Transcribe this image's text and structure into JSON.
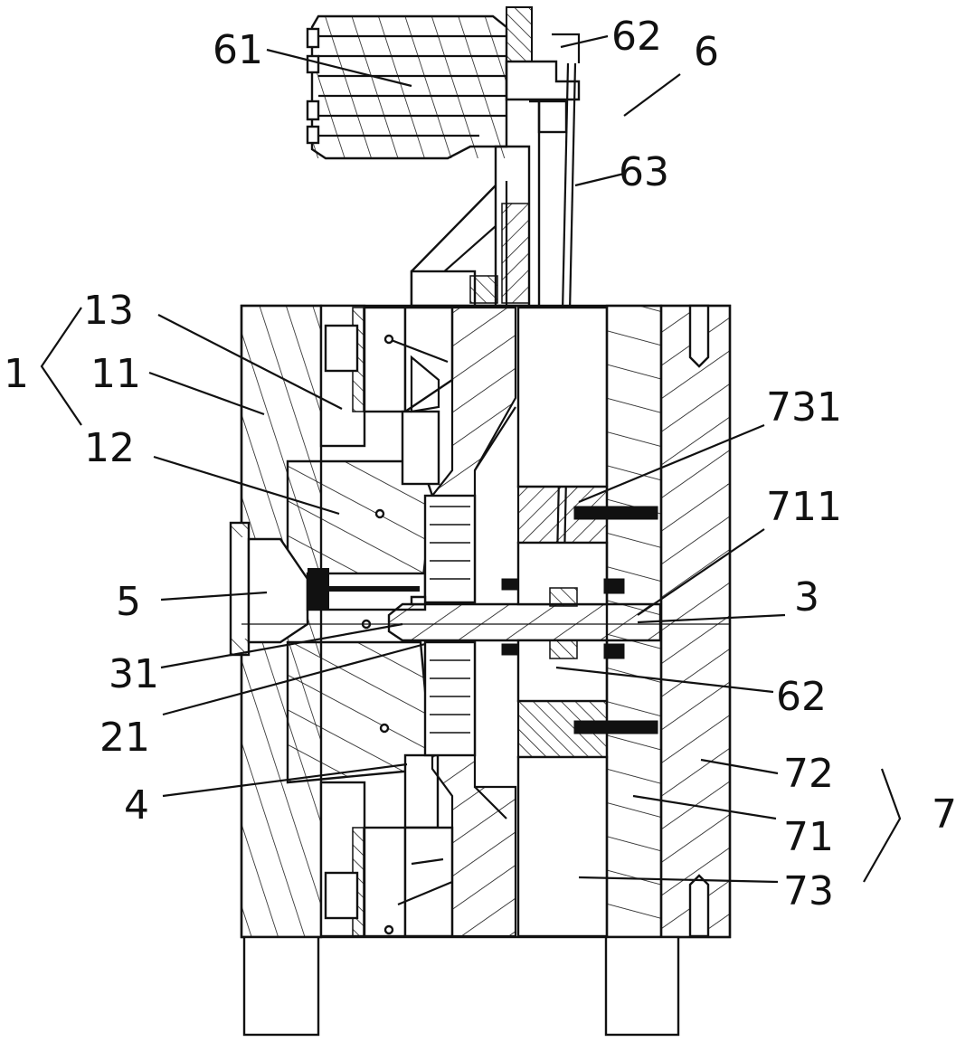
{
  "labels": {
    "l1": "1",
    "l13": "13",
    "l11": "11",
    "l12": "12",
    "l5": "5",
    "l31": "31",
    "l21": "21",
    "l4": "4",
    "l61": "61",
    "l62_top": "62",
    "l6": "6",
    "l63": "63",
    "l731": "731",
    "l711": "711",
    "l3": "3",
    "l62_mid": "62",
    "l72": "72",
    "l71": "71",
    "l73": "73",
    "l7": "7"
  },
  "colors": {
    "ink": "#111111",
    "paper": "#ffffff"
  }
}
